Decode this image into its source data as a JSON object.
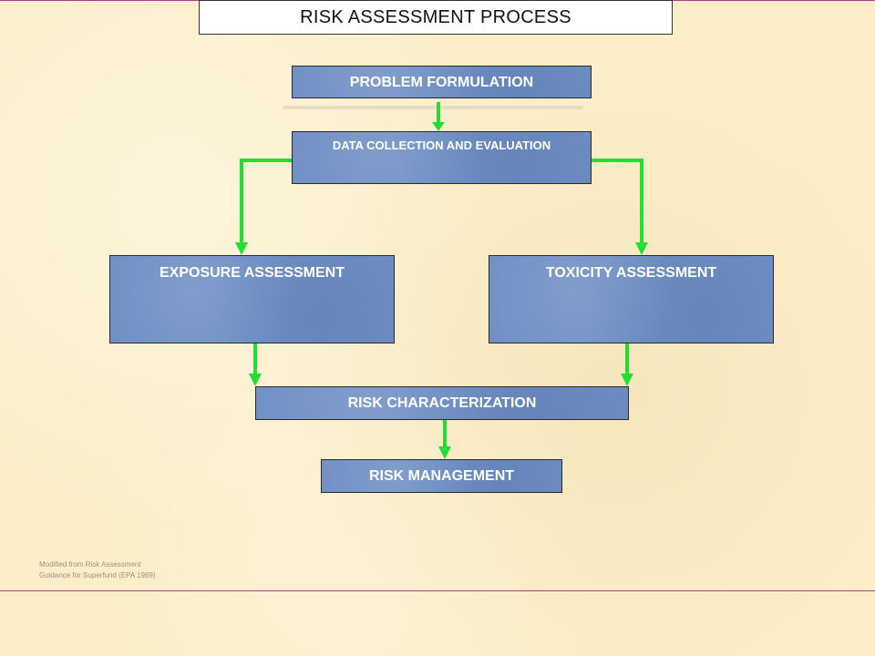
{
  "title": "RISK ASSESSMENT PROCESS",
  "boxes": {
    "problem": "PROBLEM FORMULATION",
    "data_collection": "DATA COLLECTION AND EVALUATION",
    "exposure": "EXPOSURE ASSESSMENT",
    "toxicity": "TOXICITY ASSESSMENT",
    "risk_characterization": "RISK CHARACTERIZATION",
    "risk_management": "RISK MANAGEMENT"
  },
  "credit": {
    "line1": "Modified from Risk Assessment",
    "line2": "Guidance for Superfund (EPA 1989)"
  },
  "colors": {
    "background": "#fbeec8",
    "box_fill": "#6f8fc4",
    "arrow": "#22dd33",
    "rule_lines": "#b23a8c"
  }
}
